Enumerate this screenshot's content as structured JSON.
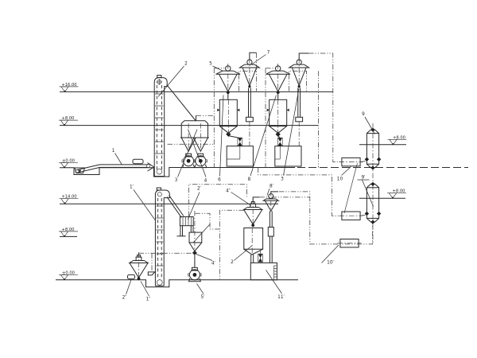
{
  "document": {
    "type": "engineering process flow diagram",
    "description": "two-level mill / feed plant flowsheet, side elevation view",
    "background_color": "#ffffff",
    "line_color": "#262626"
  },
  "elevation_markers": {
    "upper_16": "+16.00",
    "upper_8": "+8.00",
    "upper_0": "±0.00",
    "lower_14": "+14.00",
    "lower_8": "+8.00",
    "lower_0": "±0.00",
    "right_upper": "+8.00",
    "right_lower": "+8.00"
  },
  "equipment_labels": {
    "n1": "1",
    "n2": "2",
    "n3": "3",
    "n4": "4",
    "n5": "5",
    "n6": "6",
    "n7": "7",
    "n8": "8",
    "n3b": "3",
    "n9": "9",
    "n10": "10",
    "n9p": "9′",
    "n10p": "10′",
    "n1p": "1′",
    "n2p": "2′",
    "n4p": "4′",
    "n5p": "5′",
    "n8p": "8′",
    "n11p": "11′",
    "n4pp": "4″",
    "n2pp": "2″",
    "n2pp2": "2″",
    "n1pp": "1″"
  }
}
